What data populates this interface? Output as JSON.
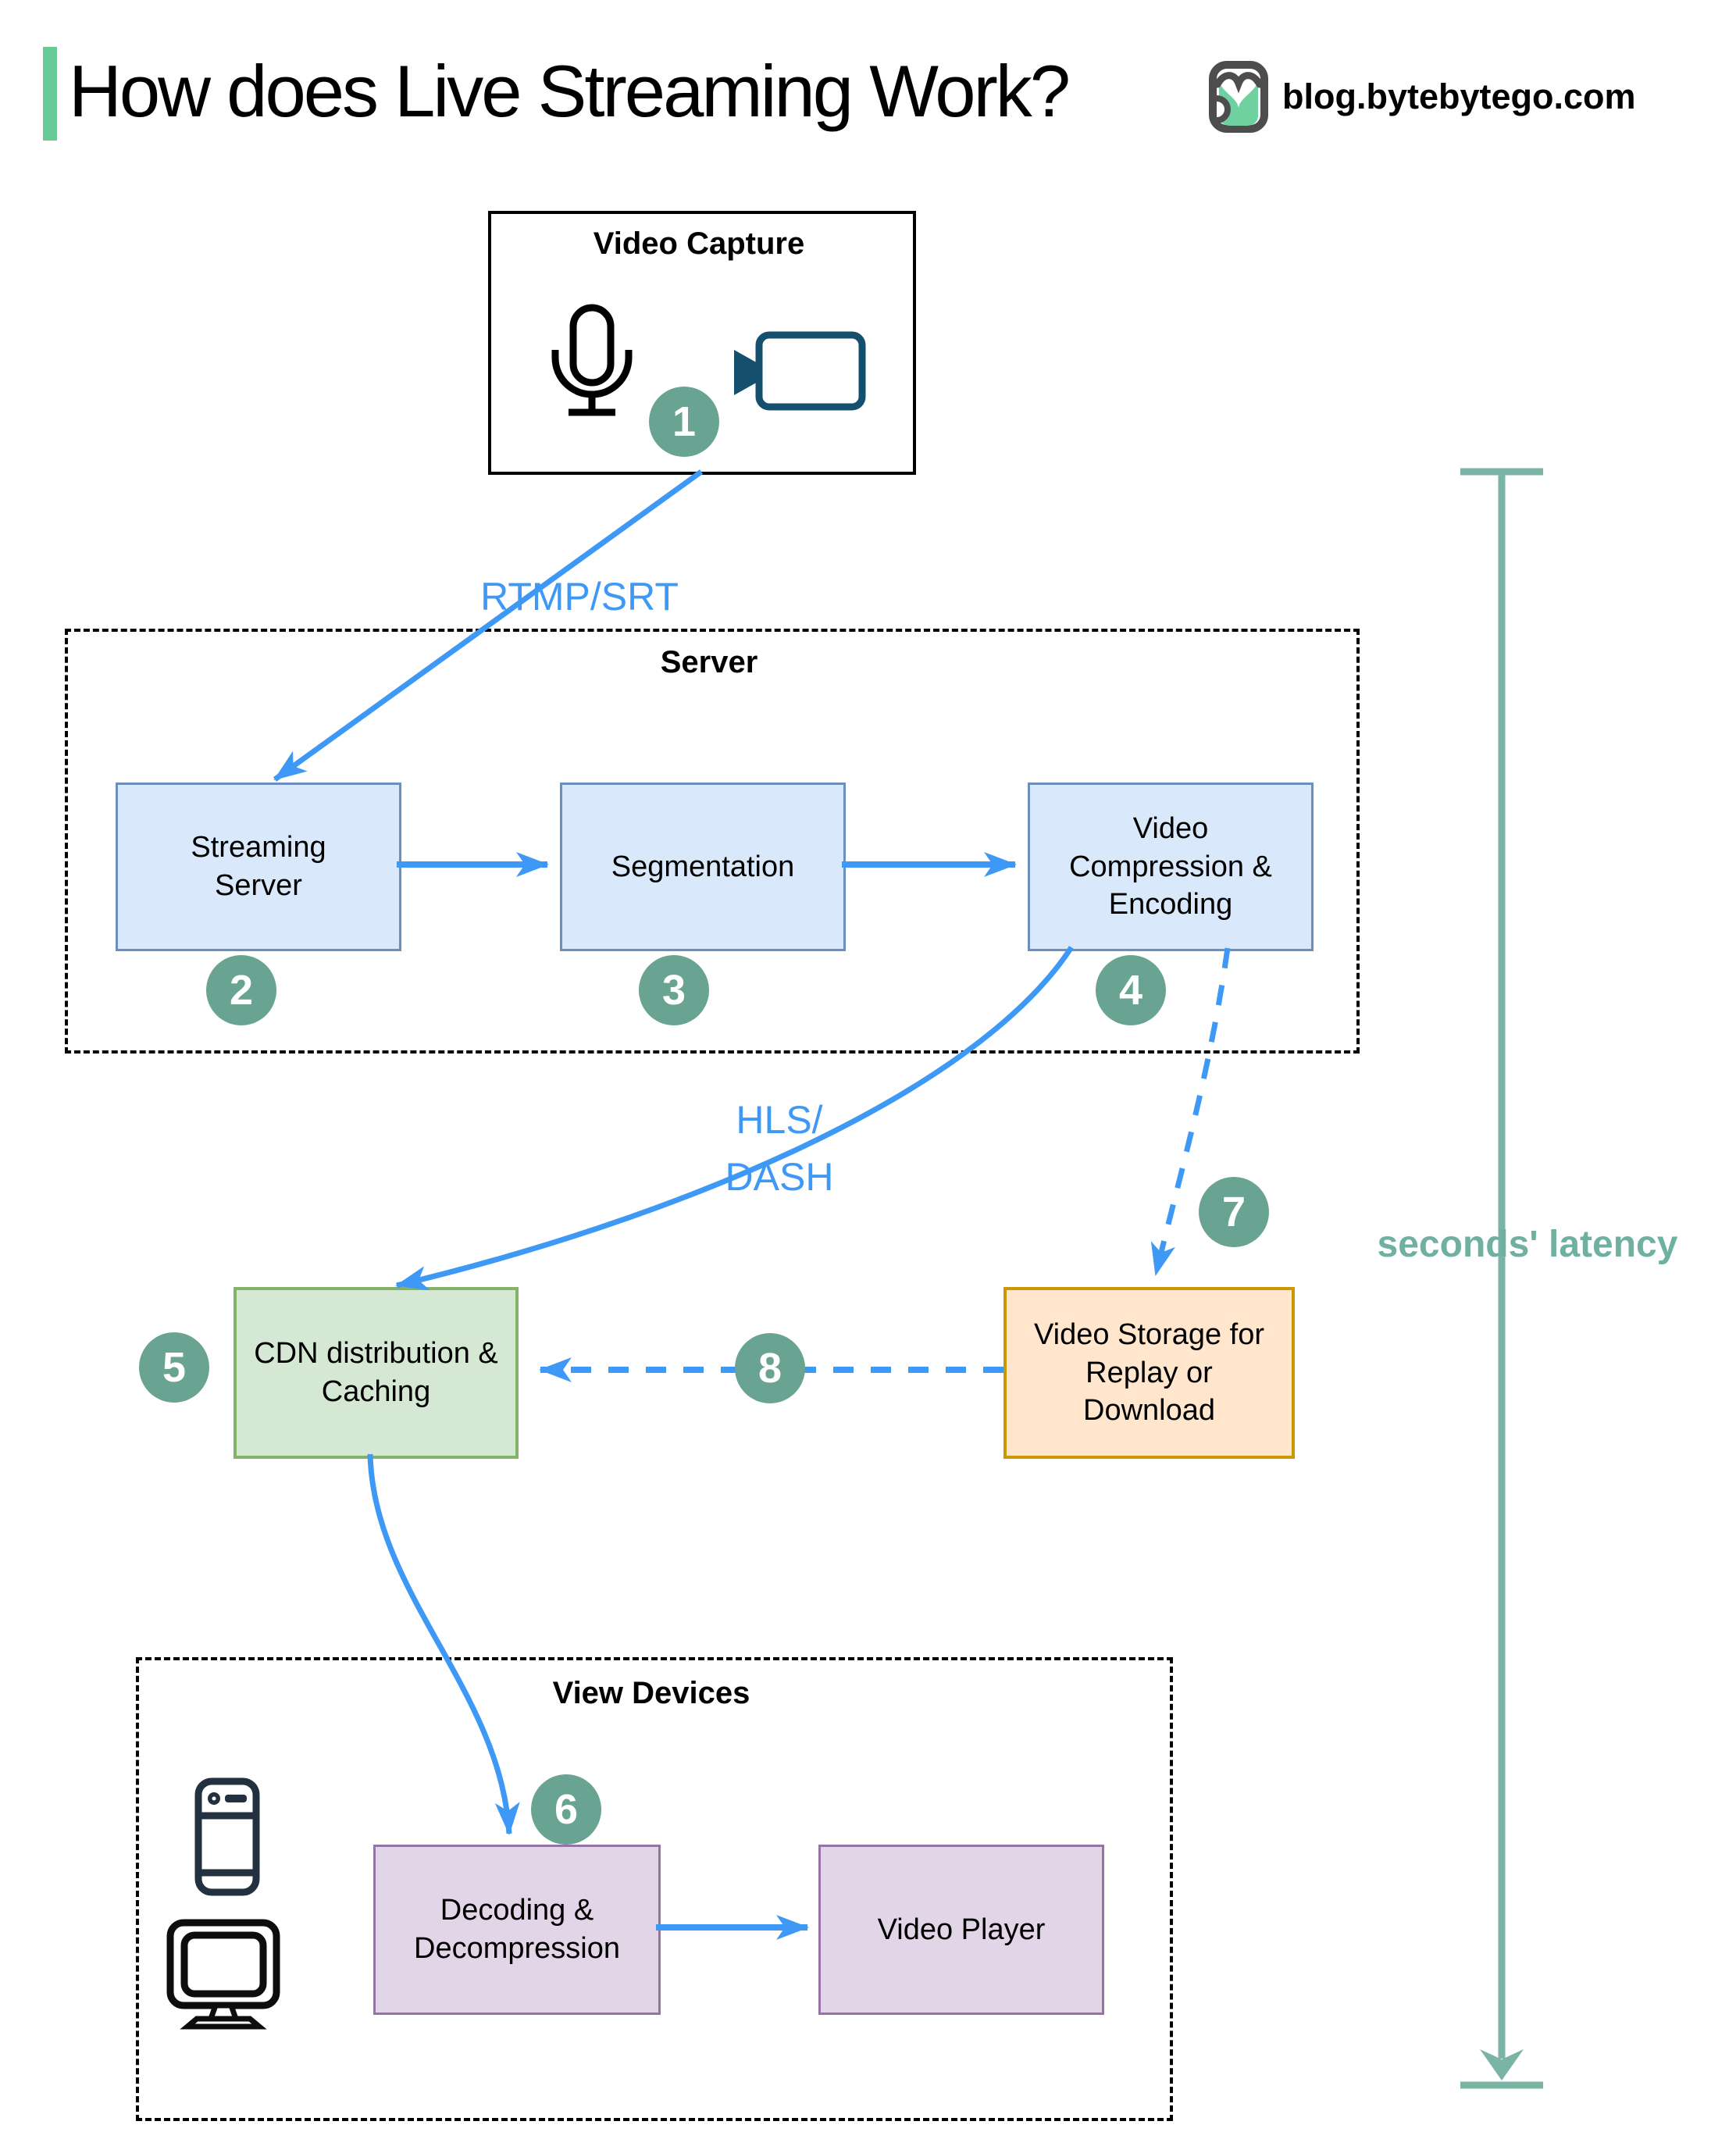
{
  "header": {
    "title": "How does Live Streaming Work?",
    "site": "blog.bytebytego.com"
  },
  "groups": {
    "server": {
      "title": "Server"
    },
    "view_devices": {
      "title": "View Devices"
    }
  },
  "nodes": {
    "video_capture": {
      "title": "Video Capture"
    },
    "streaming_server": {
      "label": "Streaming Server"
    },
    "segmentation": {
      "label": "Segmentation"
    },
    "video_compression": {
      "label": "Video Compression & Encoding"
    },
    "cdn": {
      "label": "CDN distribution & Caching"
    },
    "video_storage": {
      "label": "Video Storage for Replay or Download"
    },
    "decoding": {
      "label": "Decoding & Decompression"
    },
    "video_player": {
      "label": "Video Player"
    }
  },
  "edge_labels": {
    "rtmp": "RTMP/SRT",
    "hls": "HLS/\nDASH",
    "latency": "seconds' latency"
  },
  "badges": [
    "1",
    "2",
    "3",
    "4",
    "5",
    "6",
    "7",
    "8"
  ],
  "icons": {
    "logo": "bytebytego-logo",
    "microphone": "microphone-icon",
    "camera": "video-camera-icon",
    "phone": "smartphone-icon",
    "monitor": "monitor-icon"
  },
  "palette": {
    "accent_green": "#66cb96",
    "arrow_blue": "#3d99f5",
    "badge_teal": "#69a492",
    "latency_teal": "#7ab4a5",
    "box_blue_fill": "#dae8fc",
    "box_blue_border": "#6c8ebf",
    "box_green_fill": "#d5e8d4",
    "box_green_border": "#82b366",
    "box_orange_fill": "#ffe6cc",
    "box_orange_border": "#c99700",
    "box_purple_fill": "#e1d5e7",
    "box_purple_border": "#9673a6",
    "camera_icon_color": "#14506e",
    "phone_icon_color": "#22303f"
  }
}
